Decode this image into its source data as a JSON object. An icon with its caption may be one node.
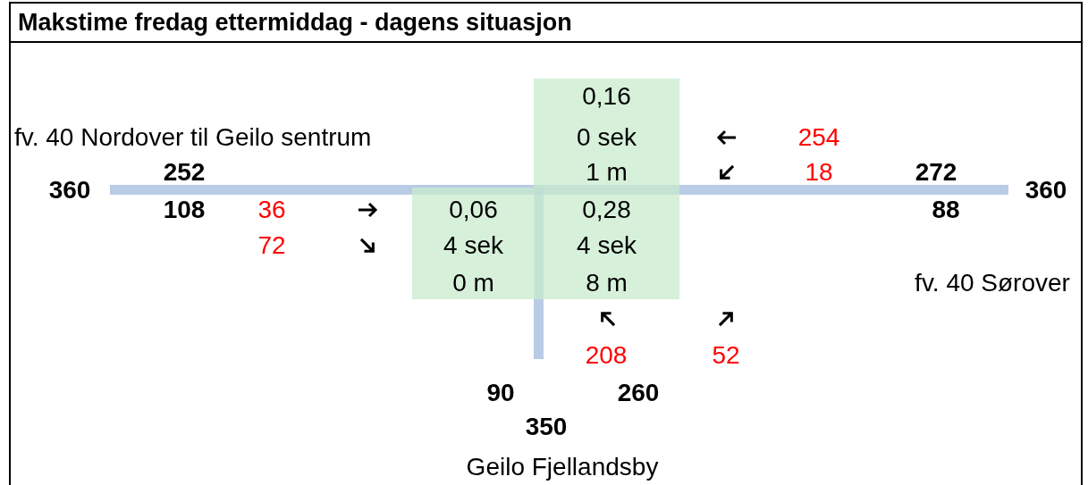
{
  "diagram": {
    "title": "Makstime fredag ettermiddag - dagens situasjon",
    "nodes": [
      {
        "text": [
          "0,16",
          "0 sek",
          "1 m",
          "0,28",
          "4 sek",
          "8 m"
        ]
      },
      {
        "text": [
          "0,06",
          "4 sek",
          "0 m"
        ]
      }
    ],
    "edges": [],
    "labels": [
      "fv. 40 Nordover til Geilo sentrum",
      "254",
      "252",
      "18",
      "272",
      "360",
      "360",
      "108",
      "36",
      "88",
      "72",
      "fv. 40 Sørover",
      "208",
      "52",
      "90",
      "260",
      "350",
      "Geilo Fjellandsby"
    ]
  }
}
